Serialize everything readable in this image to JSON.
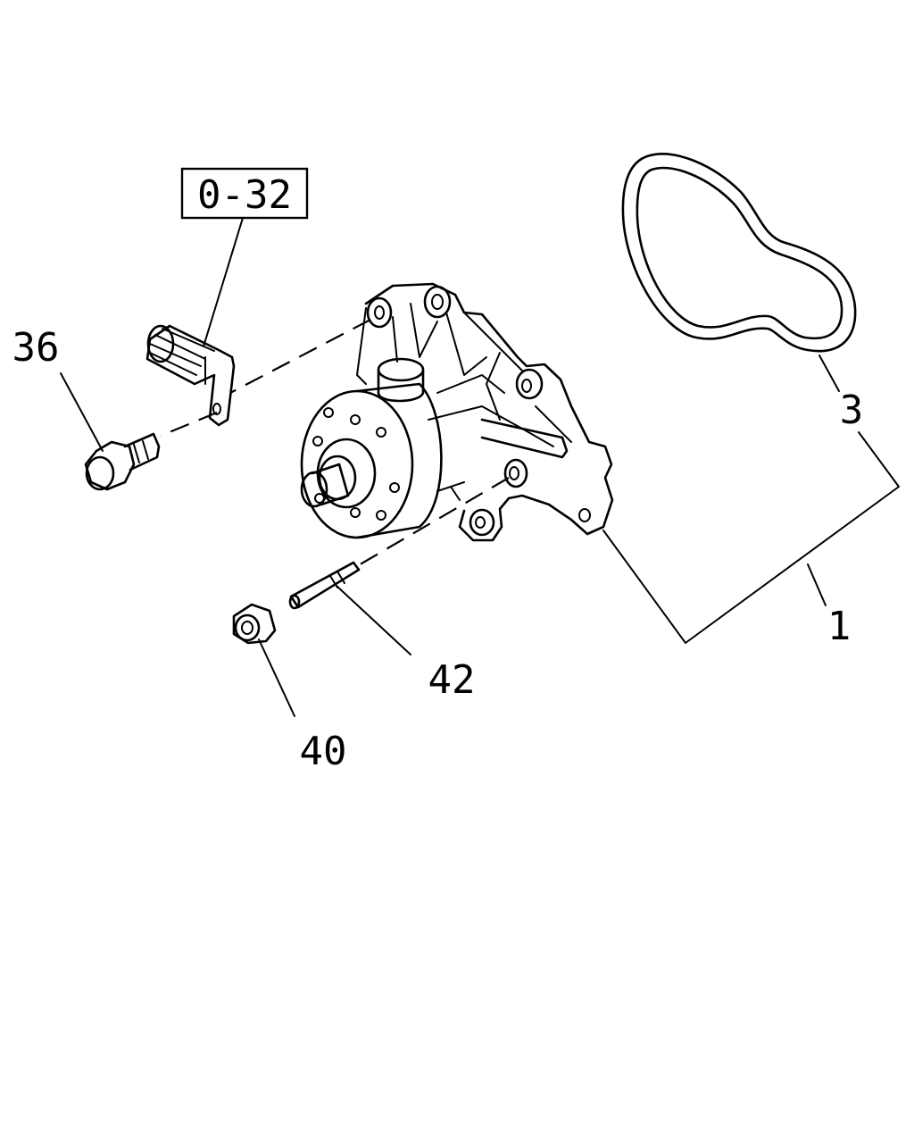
{
  "callouts": {
    "ref_box": "0-32",
    "c36": "36",
    "c3": "3",
    "c1": "1",
    "c42": "42",
    "c40": "40"
  }
}
